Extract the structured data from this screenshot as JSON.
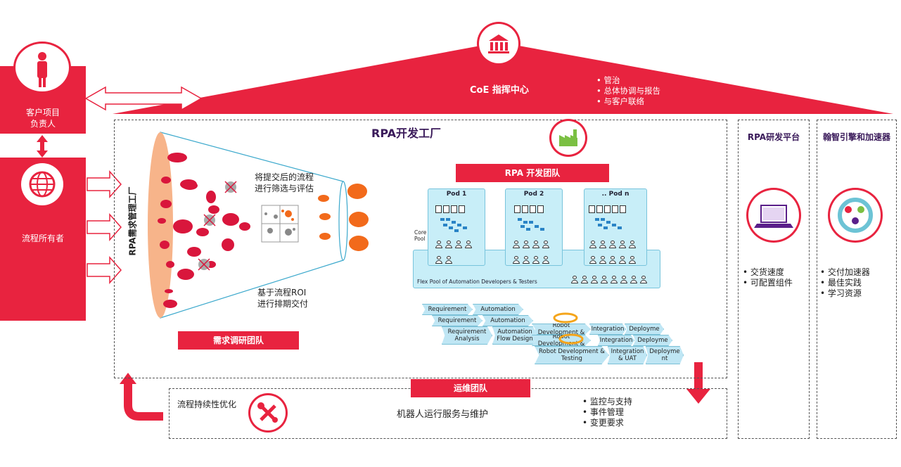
{
  "coe": {
    "title": "CoE 指挥中心",
    "bullets": [
      "管治",
      "总体协调与报告",
      "与客户联络"
    ]
  },
  "client": {
    "label_line1": "客户项目",
    "label_line2": "负责人"
  },
  "process_owner": {
    "label": "流程所有者"
  },
  "factory": {
    "title": "RPA开发工厂",
    "demand_vertical": "RPA需求管理工厂",
    "funnel_text1_line1": "将提交后的流程",
    "funnel_text1_line2": "进行筛选与评估",
    "funnel_text2_line1": "基于流程ROI",
    "funnel_text2_line2": "进行排期交付",
    "demand_team": "需求调研团队",
    "dev_team": "RPA 开发团队"
  },
  "pods": {
    "items": [
      "Pod 1",
      "Pod 2",
      ".. Pod n"
    ],
    "core_pool_line1": "Core",
    "core_pool_line2": "Pool",
    "flex_pool": "Flex Pool of Automation Developers & Testers"
  },
  "pipeline": {
    "row1": [
      "Requirement",
      "Automation"
    ],
    "row2": [
      "Requirement",
      "Automation",
      "Robot Development &",
      "Integration",
      "Deployme"
    ],
    "row3": [
      "Requirement Analysis",
      "Automation Flow Design",
      "Robot Development &",
      "Integration",
      "Deployme"
    ],
    "row4": [
      "Robot Development & Testing",
      "Integration & UAT",
      "Deployme nt"
    ]
  },
  "ops": {
    "team": "运维团队",
    "continuous": "流程持续性优化",
    "main": "机器人运行服务与维护",
    "bullets": [
      "监控与支持",
      "事件管理",
      "变更要求"
    ]
  },
  "platform": {
    "title": "RPA研发平台",
    "bullets": [
      "交货速度",
      "可配置组件"
    ]
  },
  "accelerator": {
    "title": "翰智引擎和加速器",
    "bullets": [
      "交付加速器",
      "最佳实践",
      "学习资源"
    ]
  },
  "colors": {
    "accent": "#e8233f",
    "pod": "#c8eef8",
    "orange": "#f26a1b"
  }
}
